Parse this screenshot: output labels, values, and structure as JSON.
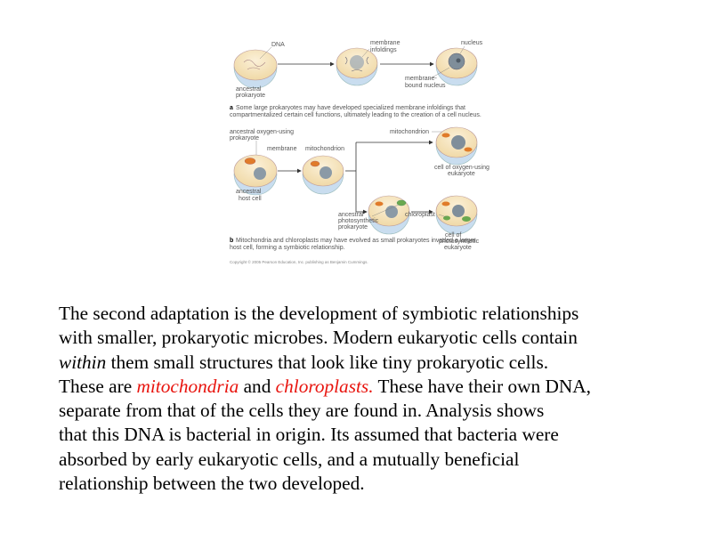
{
  "figure": {
    "panel_a": {
      "labels": {
        "dna": "DNA",
        "membrane_infoldings_1": "membrane",
        "membrane_infoldings_2": "infoldings",
        "nucleus": "nucleus",
        "ancestral_prokaryote_1": "ancestral",
        "ancestral_prokaryote_2": "prokaryote",
        "membrane_bound_nucleus_1": "membrane-",
        "membrane_bound_nucleus_2": "bound nucleus"
      },
      "caption_letter": "a",
      "caption_line1": "Some large prokaryotes may have developed specialized membrane infoldings that",
      "caption_line2": "compartmentalized certain cell functions, ultimately leading to the creation of a cell nucleus."
    },
    "panel_b": {
      "labels": {
        "aerobic_1": "ancestral oxygen-using",
        "aerobic_2": "prokaryote",
        "membrane": "membrane",
        "mitochondrion": "mitochondrion",
        "mitochondrion_top": "mitochondrion",
        "ancestral_host_1": "ancestral",
        "ancestral_host_2": "host cell",
        "oxygen_eukaryote_1": "cell of oxygen-using",
        "oxygen_eukaryote_2": "eukaryote",
        "photo_prokaryote_1": "ancestral",
        "photo_prokaryote_2": "photosynthetic",
        "photo_prokaryote_3": "prokaryote",
        "chloroplast": "chloroplast",
        "photo_eukaryote_1": "cell of",
        "photo_eukaryote_2": "photosynthetic",
        "photo_eukaryote_3": "eukaryote"
      },
      "caption_letter": "b",
      "caption_line1": "Mitochondria and chloroplasts may have evolved as small prokaryotes invaded a larger",
      "caption_line2": "host cell, forming a symbiotic relationship."
    },
    "copyright": "Copyright © 2005 Pearson Education, Inc. publishing as Benjamin Cummings."
  },
  "text": {
    "line1": "The second adaptation is the development of symbiotic relationships",
    "line2": "with smaller, prokaryotic microbes.  Modern eukaryotic cells contain",
    "line3_italic": "within",
    "line3_rest": " them small structures that look like tiny prokaryotic cells.",
    "line4_a": "These are ",
    "line4_mito": "mitochondria",
    "line4_b": " and ",
    "line4_chloro": "chloroplasts.",
    "line4_c": "  These have their own DNA,",
    "line5": "separate from that of the cells they are found in.  Analysis shows",
    "line6": "that this DNA is bacterial in origin.  Its assumed that bacteria were",
    "line7": "absorbed by early eukaryotic cells, and a mutually beneficial",
    "line8": "relationship between the two developed."
  },
  "colors": {
    "cell_fill": "#f7e7c3",
    "cell_base": "#c9ddef",
    "nucleus": "#8b9aa6",
    "mitochondria": "#e07b2a",
    "chloroplast": "#6aa84f",
    "accent_red": "#e8140e"
  }
}
